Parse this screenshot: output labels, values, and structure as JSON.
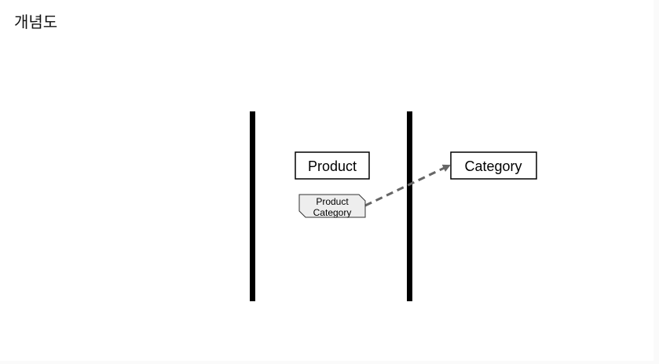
{
  "title": "개념도",
  "entities": [
    {
      "label": "Product"
    },
    {
      "label": "Category"
    }
  ],
  "relation": {
    "label_line1": "Product",
    "label_line2": "Category",
    "color": "#666666"
  }
}
